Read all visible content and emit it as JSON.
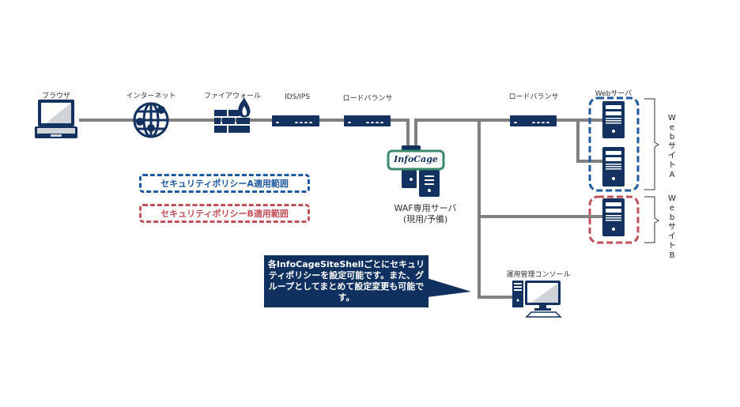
{
  "nodes": {
    "browser": "ブラウザ",
    "internet": "インターネット",
    "firewall": "ファイアウォール",
    "ids_ips": "IDS/IPS",
    "load_balancer_1": "ロードバランサ",
    "load_balancer_2": "ロードバランサ",
    "web_server": "Webサーバ",
    "waf_server_line1": "WAF専用サーバ",
    "waf_server_line2": "(現用/予備)",
    "infocage_logo": "InfoCage",
    "console": "運用管理コンソール"
  },
  "groups": {
    "site_a": "WebサイトA",
    "site_b": "WebサイトB"
  },
  "legend": {
    "policy_a": "セキュリティポリシーA適用範囲",
    "policy_b": "セキュリティポリシーB適用範囲"
  },
  "callout": {
    "text": "各InfoCageSiteShellごとにセキュリティポリシーを設定可能です。また、グループとしてまとめて設定変更も可能です。"
  },
  "colors": {
    "navy": "#13325f",
    "line": "#808080",
    "policy_a": "#1f5aa0",
    "policy_b": "#c0505a",
    "logo_border": "#3a8a6a"
  }
}
